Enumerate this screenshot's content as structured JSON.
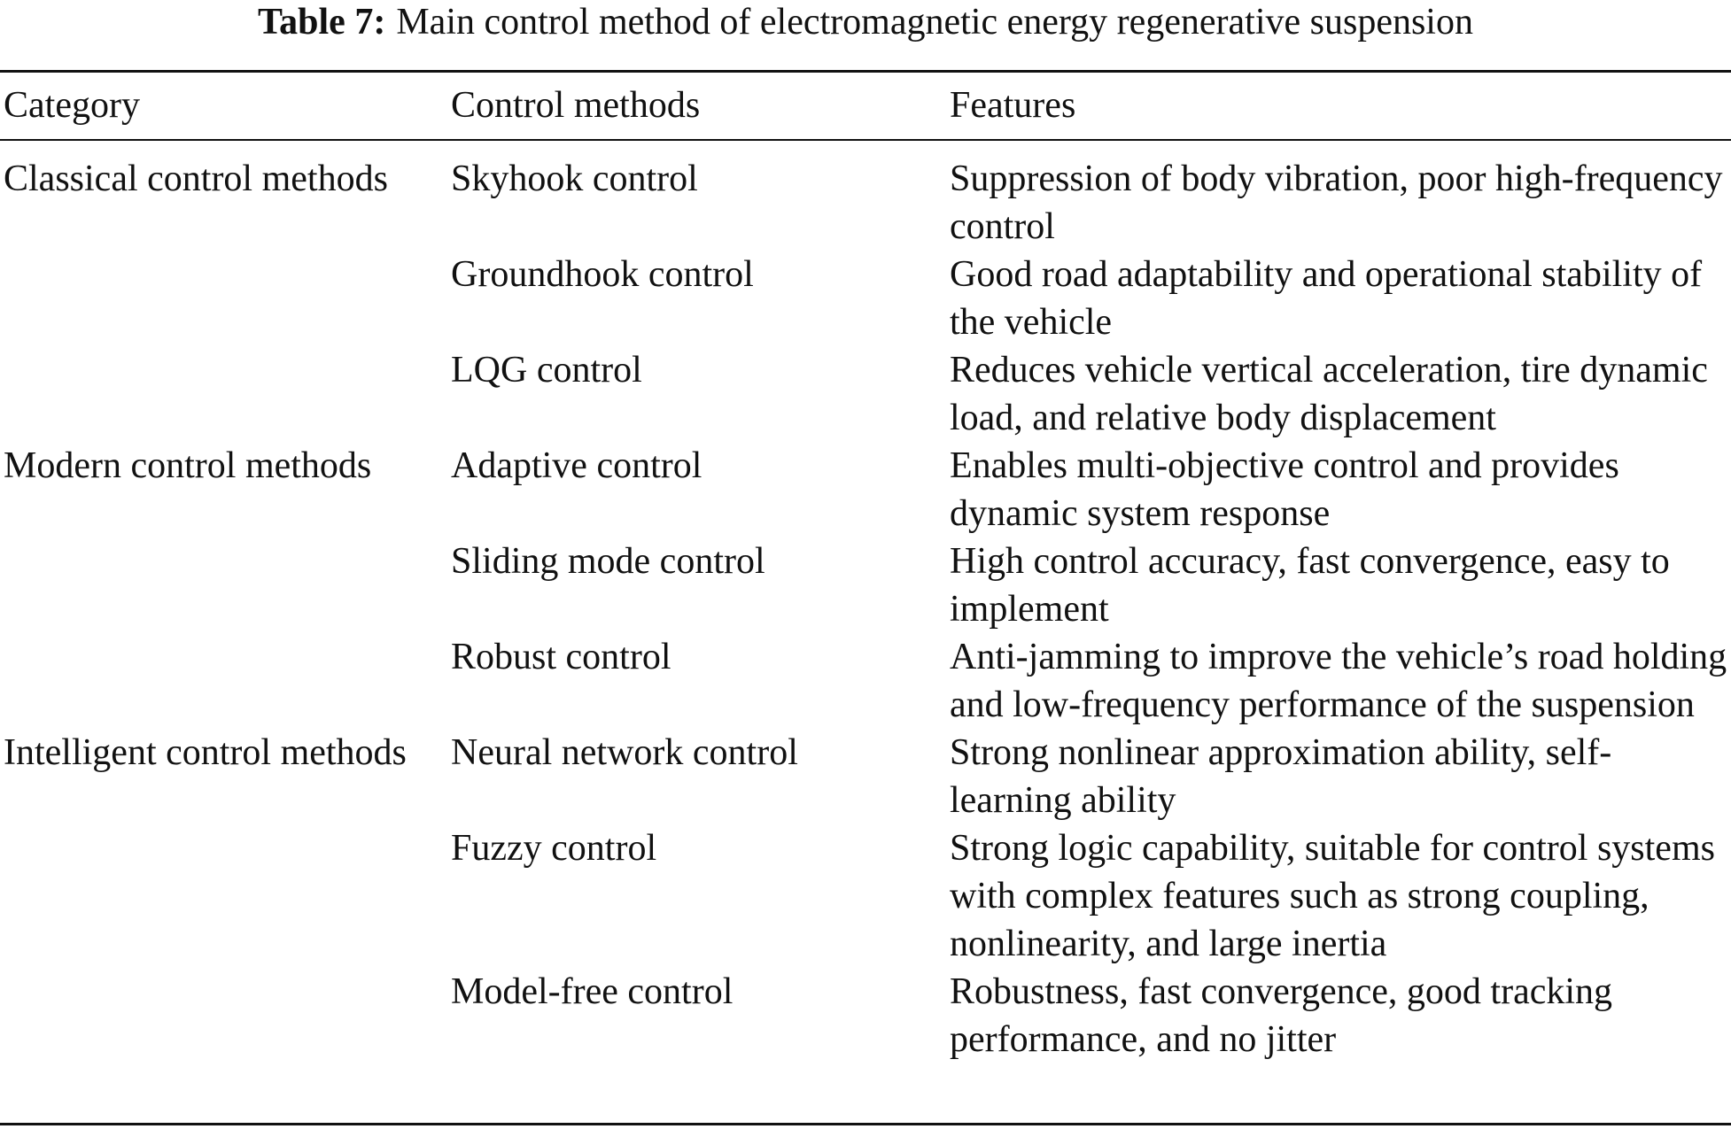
{
  "caption": {
    "label": "Table 7:",
    "text": "Main control method of electromagnetic energy regenerative suspension"
  },
  "table": {
    "headers": [
      "Category",
      "Control methods",
      "Features"
    ],
    "groups": [
      {
        "category": "Classical control methods",
        "rows": [
          {
            "method": "Skyhook control",
            "feature": "Suppression of body vibration, poor high-frequency control"
          },
          {
            "method": "Groundhook control",
            "feature": "Good road adaptability and operational stability of the vehicle"
          },
          {
            "method": "LQG control",
            "feature": "Reduces vehicle vertical acceleration, tire dynamic load, and relative body displacement"
          }
        ]
      },
      {
        "category": "Modern control methods",
        "rows": [
          {
            "method": "Adaptive control",
            "feature": "Enables multi-objective control and provides dynamic system response"
          },
          {
            "method": "Sliding mode control",
            "feature": "High control accuracy, fast convergence, easy to implement"
          },
          {
            "method": "Robust control",
            "feature": "Anti-jamming to improve the vehicle’s road holding and low-frequency performance of the suspension"
          }
        ]
      },
      {
        "category": "Intelligent control methods",
        "rows": [
          {
            "method": "Neural network control",
            "feature": "Strong nonlinear approximation ability, self-learning ability"
          },
          {
            "method": "Fuzzy control",
            "feature": "Strong logic capability, suitable for control systems with complex features such as strong coupling, nonlinearity, and large inertia"
          },
          {
            "method": "Model-free control",
            "feature": "Robustness, fast convergence, good tracking performance, and no jitter"
          }
        ]
      }
    ]
  }
}
